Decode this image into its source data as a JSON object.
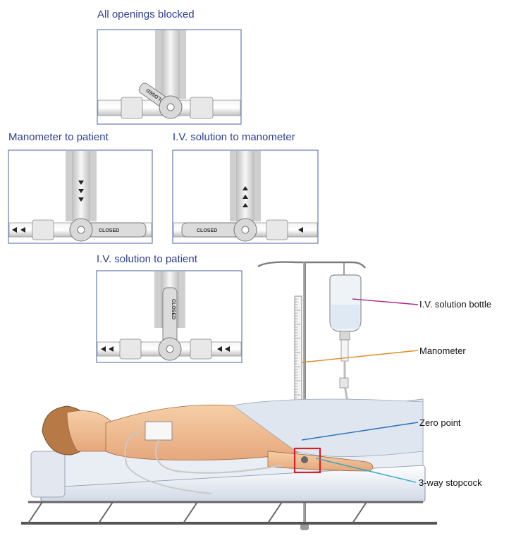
{
  "panels": {
    "all_blocked": {
      "title": "All openings blocked",
      "handle_label": "CLOSED"
    },
    "manometer_to_patient": {
      "title": "Manometer to patient",
      "handle_label": "CLOSED"
    },
    "iv_to_manometer": {
      "title": "I.V. solution to manometer",
      "handle_label": "CLOSED"
    },
    "iv_to_patient": {
      "title": "I.V. solution to patient",
      "handle_label": "CLOSED"
    }
  },
  "callouts": {
    "iv_bottle": "I.V. solution bottle",
    "manometer": "Manometer",
    "zero_point": "Zero point",
    "stopcock": "3-way stopcock"
  },
  "colors": {
    "caption_text": "#2e3f8f",
    "panel_border": "#6f86b9",
    "callout_iv_bottle": "#b0248f",
    "callout_manometer": "#e08a2a",
    "callout_zero_point": "#2a6fb8",
    "callout_stopcock": "#2aa6c8",
    "highlight_box": "#d4212a"
  }
}
